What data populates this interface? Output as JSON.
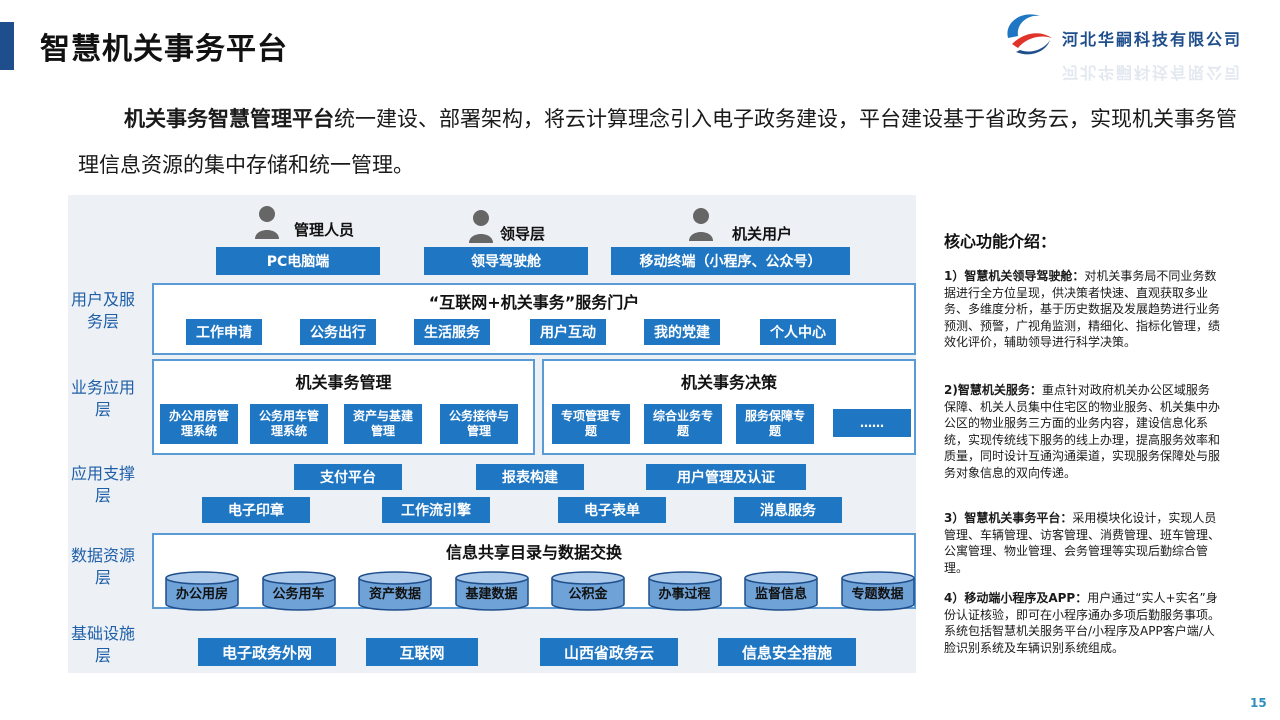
{
  "header": {
    "title": "智慧机关事务平台",
    "company": "河北华嗣科技有限公司"
  },
  "intro": {
    "bold": "机关事务智慧管理平台",
    "text": "统一建设、部署架构，将云计算理念引入电子政务建设，平台建设基于省政务云，实现机关事务管理信息资源的集中存储和统一管理。"
  },
  "diagram": {
    "layers": [
      "用户及服务层",
      "业务应用层",
      "应用支撑层",
      "数据资源层",
      "基础设施层"
    ],
    "users": [
      "管理人员",
      "领导层",
      "机关用户"
    ],
    "terminals": [
      "PC电脑端",
      "领导驾驶舱",
      "移动终端（小程序、公众号）"
    ],
    "portal": {
      "title": "“互联网+机关事务”服务门户",
      "items": [
        "工作申请",
        "公务出行",
        "生活服务",
        "用户互动",
        "我的党建",
        "个人中心"
      ]
    },
    "management": {
      "title": "机关事务管理",
      "items": [
        "办公用房管理系统",
        "公务用车管理系统",
        "资产与基建管理",
        "公务接待与管理"
      ]
    },
    "decision": {
      "title": "机关事务决策",
      "items": [
        "专项管理专题",
        "综合业务专题",
        "服务保障专题",
        "……"
      ]
    },
    "support_row1": [
      "支付平台",
      "报表构建",
      "用户管理及认证"
    ],
    "support_row2": [
      "电子印章",
      "工作流引擎",
      "电子表单",
      "消息服务"
    ],
    "data": {
      "title": "信息共享目录与数据交换",
      "items": [
        "办公用房",
        "公务用车",
        "资产数据",
        "基建数据",
        "公积金",
        "办事过程",
        "监督信息",
        "专题数据"
      ]
    },
    "infrastructure": [
      "电子政务外网",
      "互联网",
      "山西省政务云",
      "信息安全措施"
    ]
  },
  "features": {
    "title": "核心功能介绍：",
    "items": [
      {
        "head": "1）智慧机关领导驾驶舱：",
        "body": "对机关事务局不同业务数据进行全方位呈现，供决策者快速、直观获取多业务、多维度分析，基于历史数据及发展趋势进行业务预测、预警，广视角监测，精细化、指标化管理，绩效化评价，辅助领导进行科学决策。"
      },
      {
        "head": "2)智慧机关服务：",
        "body": "重点针对政府机关办公区域服务保障、机关人员集中住宅区的物业服务、机关集中办公区的物业服务三方面的业务内容，建设信息化系统，实现传统线下服务的线上办理，提高服务效率和质量，同时设计互通沟通渠道，实现服务保障处与服务对象信息的双向传递。"
      },
      {
        "head": "3）智慧机关事务平台：",
        "body": "采用模块化设计，实现人员管理、车辆管理、访客管理、消费管理、班车管理、公寓管理、物业管理、会务管理等实现后勤综合管理。"
      },
      {
        "head": "4）移动端小程序及APP：",
        "body": "用户通过“实人+实名”身份认证核验，即可在小程序通办多项后勤服务事项。系统包括智慧机关服务平台/小程序及APP客户端/人脸识别系统及车辆识别系统组成。"
      }
    ]
  },
  "page_number": "15"
}
